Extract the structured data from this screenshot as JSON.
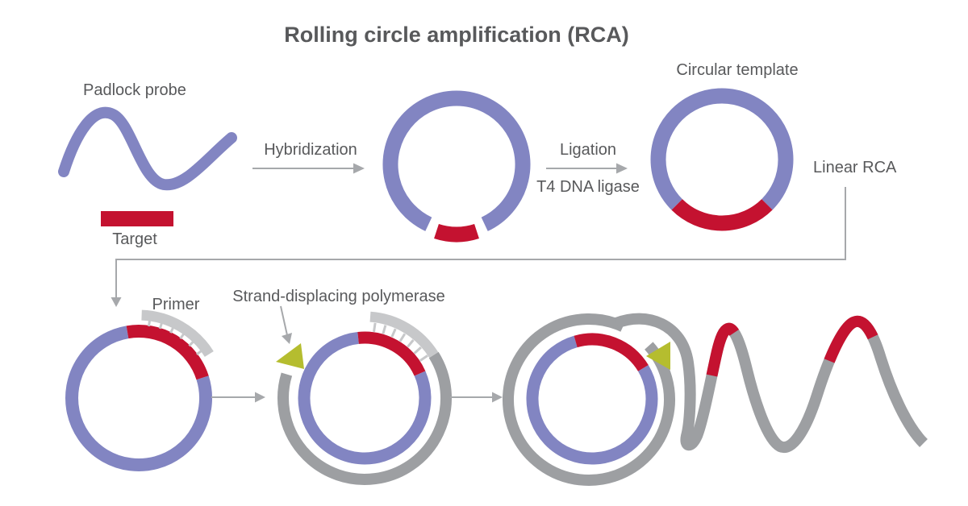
{
  "labels": {
    "title": "Rolling circle amplification (RCA)",
    "padlock_probe": "Padlock probe",
    "target": "Target",
    "hybridization": "Hybridization",
    "ligation": "Ligation",
    "t4_dna_ligase": "T4 DNA ligase",
    "circular_template": "Circular template",
    "linear_rca": "Linear RCA",
    "primer": "Primer",
    "strand_displacing_polymerase": "Strand-displacing polymerase"
  },
  "colors": {
    "probe_purple": "#8285c2",
    "target_red": "#c41230",
    "strand_gray": "#9d9fa2",
    "primer_light_gray": "#c7c8ca",
    "polymerase_olive": "#b5bd2f",
    "arrow_gray": "#a6a8ab",
    "label_text": "#58595b",
    "background": "#ffffff"
  }
}
